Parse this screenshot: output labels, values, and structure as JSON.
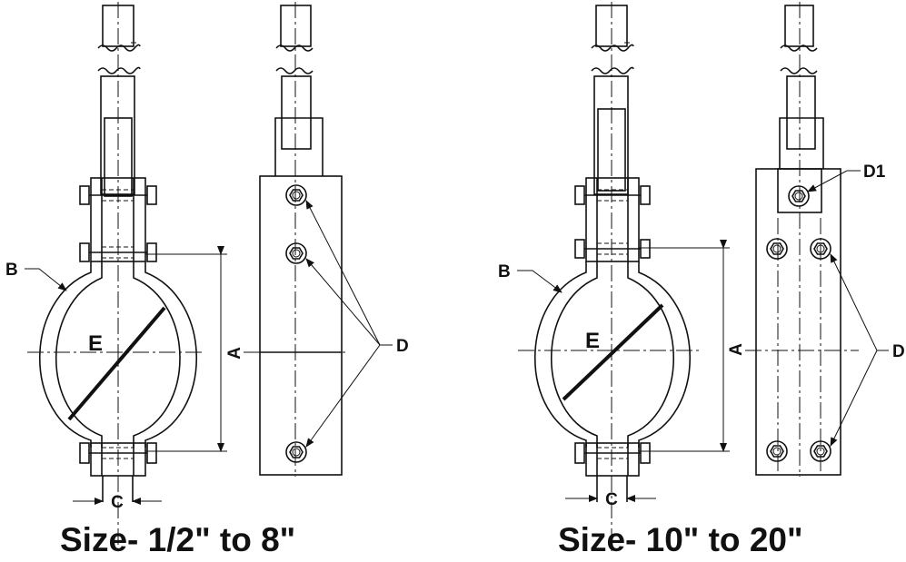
{
  "left": {
    "labels": {
      "B": "B",
      "E": "E",
      "A": "A",
      "C": "C",
      "D": "D"
    },
    "caption": "Size- 1/2\" to 8\""
  },
  "right": {
    "labels": {
      "B": "B",
      "E": "E",
      "A": "A",
      "C": "C",
      "D": "D",
      "D1": "D1"
    },
    "caption": "Size- 10\" to 20\""
  }
}
